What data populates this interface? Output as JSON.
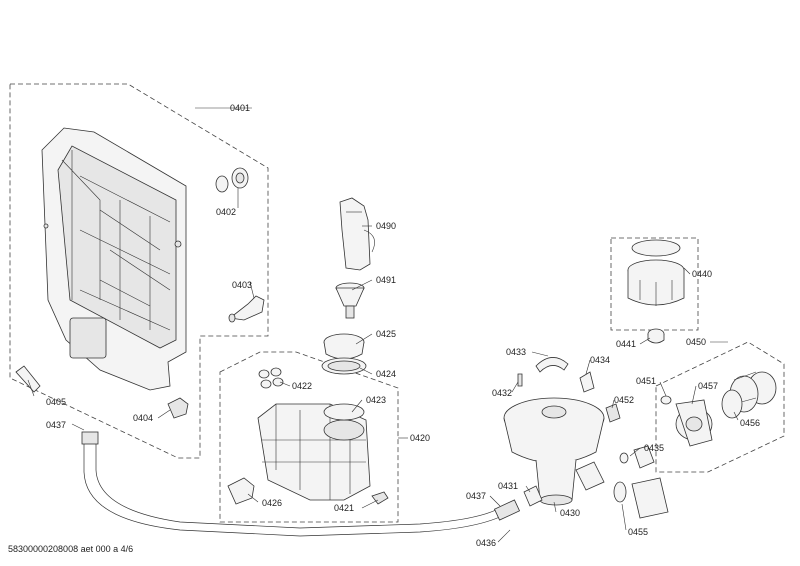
{
  "diagram": {
    "footer": "58300000208008 aet 000 a 4/6",
    "labels": {
      "p0401": "0401",
      "p0402": "0402",
      "p0403": "0403",
      "p0404": "0404",
      "p0405": "0405",
      "p0437a": "0437",
      "p0437b": "0437",
      "p0490": "0490",
      "p0491": "0491",
      "p0425": "0425",
      "p0424": "0424",
      "p0422": "0422",
      "p0423": "0423",
      "p0420": "0420",
      "p0426": "0426",
      "p0421": "0421",
      "p0433": "0433",
      "p0434": "0434",
      "p0432": "0432",
      "p0431": "0431",
      "p0430": "0430",
      "p0436": "0436",
      "p0440": "0440",
      "p0441": "0441",
      "p0450": "0450",
      "p0451": "0451",
      "p0457": "0457",
      "p0452": "0452",
      "p0456": "0456",
      "p0435": "0435",
      "p0455": "0455"
    }
  }
}
